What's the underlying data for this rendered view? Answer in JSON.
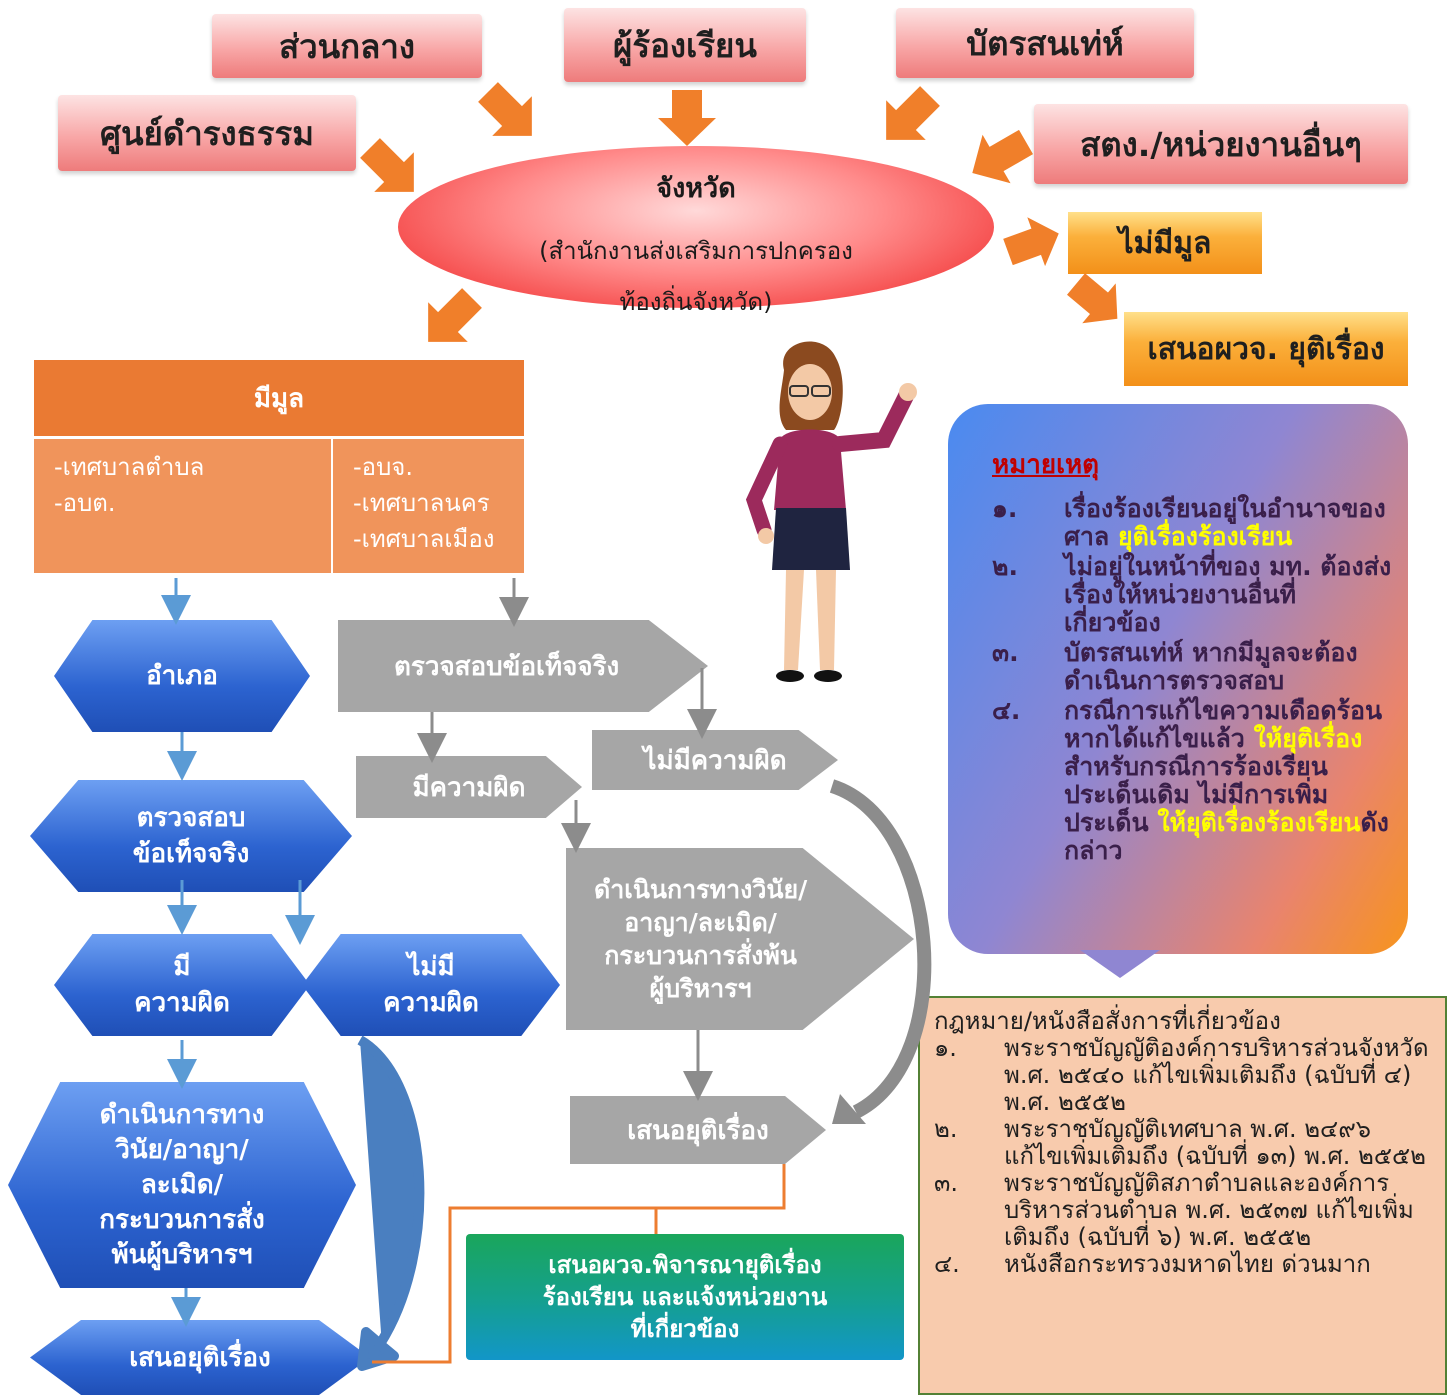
{
  "sources": {
    "central": "ส่วนกลาง",
    "complainant": "ผู้ร้องเรียน",
    "letter": "บัตรสนเท่ห์",
    "damrongtham": "ศูนย์ดำรงธรรม",
    "other_agencies": "สตง./หน่วยงานอื่นๆ"
  },
  "province": {
    "title": "จังหวัด",
    "line1": "(สำนักงานส่งเสริมการปกครอง",
    "line2": "ท้องถิ่นจังหวัด)"
  },
  "no_merit": "ไม่มีมูล",
  "propose_governor_close": "เสนอผวจ. ยุติเรื่อง",
  "has_merit": {
    "header": "มีมูล",
    "left": [
      "-เทศบาลตำบล",
      "-อบต."
    ],
    "right": [
      "-อบจ.",
      "-เทศบาลนคร",
      "-เทศบาลเมือง"
    ]
  },
  "left_flow": {
    "district": "อำเภอ",
    "verify": [
      "ตรวจสอบ",
      "ข้อเท็จจริง"
    ],
    "guilty": [
      "มี",
      "ความผิด"
    ],
    "not_guilty": [
      "ไม่มี",
      "ความผิด"
    ],
    "action": [
      "ดำเนินการทาง",
      "วินัย/อาญา/",
      "ละเมิด/",
      "กระบวนการสั่ง",
      "พ้นผู้บริหารฯ"
    ],
    "close": "เสนอยุติเรื่อง"
  },
  "mid_flow": {
    "verify": "ตรวจสอบข้อเท็จจริง",
    "guilty": "มีความผิด",
    "not_guilty": "ไม่มีความผิด",
    "action": [
      "ดำเนินการทางวินัย/",
      "อาญา/ละเมิด/",
      "กระบวนการสั่งพ้น",
      "ผู้บริหารฯ"
    ],
    "close": "เสนอยุติเรื่อง"
  },
  "final_box": [
    "เสนอผวจ.พิจารณายุติเรื่อง",
    "ร้องเรียน และแจ้งหน่วยงาน",
    "ที่เกี่ยวข้อง"
  ],
  "notes": {
    "title": "หมายเหตุ",
    "items": [
      {
        "num": "๑.",
        "pre": "เรื่องร้องเรียนอยู่ในอำนาจของศาล ",
        "hl": "ยุติเรื่องร้องเรียน",
        "post": "",
        "hl2": "",
        "post2": ""
      },
      {
        "num": "๒.",
        "pre": "ไม่อยู่ในหน้าที่ของ มท. ต้องส่งเรื่องให้หน่วยงานอื่นที่เกี่ยวข้อง",
        "hl": "",
        "post": "",
        "hl2": "",
        "post2": ""
      },
      {
        "num": "๓.",
        "pre": "บัตรสนเท่ห์ หากมีมูลจะต้องดำเนินการตรวจสอบ",
        "hl": "",
        "post": "",
        "hl2": "",
        "post2": ""
      },
      {
        "num": "๔.",
        "pre": "กรณีการแก้ไขความเดือดร้อนหากได้แก้ไขแล้ว ",
        "hl": "ให้ยุติเรื่อง",
        "post": " สำหรับกรณีการร้องเรียนประเด็นเดิม ไม่มีการเพิ่มประเด็น ",
        "hl2": "ให้ยุติเรื่องร้องเรียน",
        "post2": "ดังกล่าว"
      }
    ]
  },
  "laws": {
    "title": "กฎหมาย/หนังสือสั่งการที่เกี่ยวข้อง",
    "items": [
      {
        "num": "๑.",
        "text": "พระราชบัญญัติองค์การบริหารส่วนจังหวัด พ.ศ. ๒๕๔๐ แก้ไขเพิ่มเติมถึง (ฉบับที่ ๔) พ.ศ. ๒๕๕๒"
      },
      {
        "num": "๒.",
        "text": "พระราชบัญญัติเทศบาล พ.ศ. ๒๔๙๖ แก้ไขเพิ่มเติมถึง (ฉบับที่ ๑๓) พ.ศ. ๒๕๕๒"
      },
      {
        "num": "๓.",
        "text": "พระราชบัญญัติสภาตำบลและองค์การบริหารส่วนตำบล พ.ศ. ๒๕๓๗ แก้ไขเพิ่มเติมถึง (ฉบับที่ ๖) พ.ศ. ๒๕๕๒"
      },
      {
        "num": "๔.",
        "text": "หนังสือกระทรวงมหาดไทย ด่วนมาก"
      }
    ]
  },
  "colors": {
    "orange_arrow": "#f07f2a",
    "blue_arrow": "#5b9bd5",
    "gray_arrow": "#8c8c8c",
    "connector": "#ed7d31"
  }
}
